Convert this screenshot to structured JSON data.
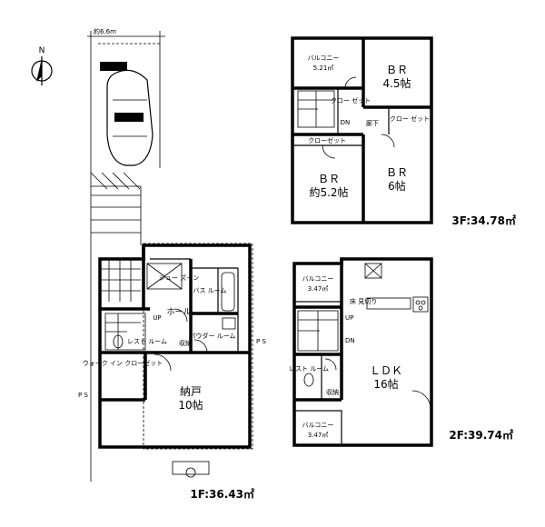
{
  "compass": {
    "label": "N"
  },
  "lot": {
    "width_label": "約6.6m"
  },
  "floor3": {
    "area": "3F:34.78㎡",
    "balcony": {
      "name": "バルコニー",
      "size": "5.21㎡"
    },
    "br1": {
      "name": "ＢＲ",
      "size": "4.5帖"
    },
    "br2": {
      "name": "ＢＲ",
      "size": "約5.2帖"
    },
    "br3": {
      "name": "ＢＲ",
      "size": "6帖"
    },
    "closet1": "クロー ゼット",
    "closet2": "クロー ゼット",
    "closet3": "クローゼット",
    "dn": "DN",
    "hall": "廊下"
  },
  "floor2": {
    "area": "2F:39.74㎡",
    "balcony_top": {
      "name": "バルコニー",
      "size": "3.47㎡"
    },
    "balcony_bottom": {
      "name": "バルコニー",
      "size": "3.47㎡"
    },
    "ldk": {
      "name": "ＬＤＫ",
      "size": "16帖"
    },
    "up": "UP",
    "dn": "DN",
    "restroom": "レスト ルーム",
    "storage": "収納",
    "shelf": "床 見切り"
  },
  "floor1": {
    "area": "1F:36.43㎡",
    "hall": "ホール",
    "bath": "バス ルーム",
    "powder": "パウダー ルーム",
    "closet": "ウォーク イン クローゼット",
    "storage_room": {
      "name": "納戸",
      "size": "10帖"
    },
    "restroom": "レスト ルーム",
    "up": "UP",
    "storage": "収納",
    "shoe": "シュー ズイン",
    "ps1": "P S",
    "ps2": "P S"
  }
}
